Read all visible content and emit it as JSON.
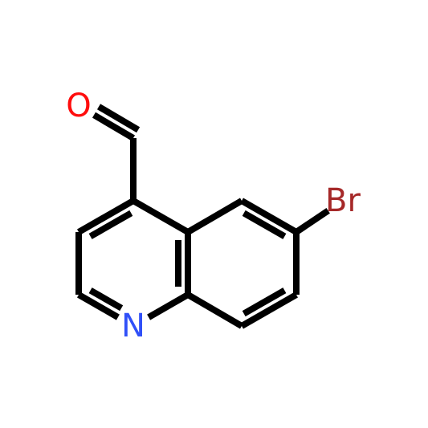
{
  "molecule": {
    "atoms": [
      {
        "id": "a0",
        "label": "O",
        "color": "#ff0d0d"
      },
      {
        "id": "a1",
        "label": "",
        "color": "#000000"
      },
      {
        "id": "a2",
        "label": "",
        "color": "#000000"
      },
      {
        "id": "a3",
        "label": "",
        "color": "#000000"
      },
      {
        "id": "a4",
        "label": "",
        "color": "#000000"
      },
      {
        "id": "a5",
        "label": "N",
        "color": "#3050f8"
      },
      {
        "id": "a6",
        "label": "",
        "color": "#000000"
      },
      {
        "id": "a7",
        "label": "",
        "color": "#000000"
      },
      {
        "id": "a8",
        "label": "",
        "color": "#000000"
      },
      {
        "id": "a9",
        "label": "",
        "color": "#000000"
      },
      {
        "id": "a10",
        "label": "",
        "color": "#000000"
      },
      {
        "id": "a11",
        "label": "",
        "color": "#000000"
      },
      {
        "id": "a12",
        "label": "Br",
        "color": "#a62929"
      }
    ],
    "bonds": [
      {
        "from": "a0",
        "to": "a1",
        "order": 2
      },
      {
        "from": "a1",
        "to": "a2",
        "order": 1
      },
      {
        "from": "a2",
        "to": "a3",
        "order": 2
      },
      {
        "from": "a3",
        "to": "a4",
        "order": 1
      },
      {
        "from": "a4",
        "to": "a5",
        "order": 2
      },
      {
        "from": "a5",
        "to": "a6",
        "order": 1
      },
      {
        "from": "a6",
        "to": "a7",
        "order": 2
      },
      {
        "from": "a7",
        "to": "a2",
        "order": 1
      },
      {
        "from": "a7",
        "to": "a8",
        "order": 1
      },
      {
        "from": "a8",
        "to": "a9",
        "order": 2
      },
      {
        "from": "a9",
        "to": "a12",
        "order": 1
      },
      {
        "from": "a9",
        "to": "a10",
        "order": 1
      },
      {
        "from": "a10",
        "to": "a11",
        "order": 2
      },
      {
        "from": "a11",
        "to": "a6",
        "order": 1
      }
    ]
  }
}
